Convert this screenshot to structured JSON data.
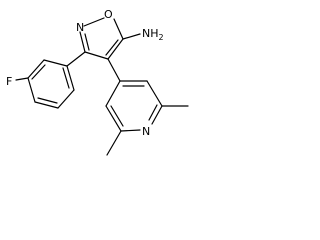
{
  "molecule": {
    "atoms": {
      "nitrogen_isoxazole": "N",
      "oxygen_isoxazole": "O",
      "amine": "NH",
      "amine_subscript": "2",
      "fluorine": "F",
      "nitrogen_pyridine": "N"
    }
  }
}
